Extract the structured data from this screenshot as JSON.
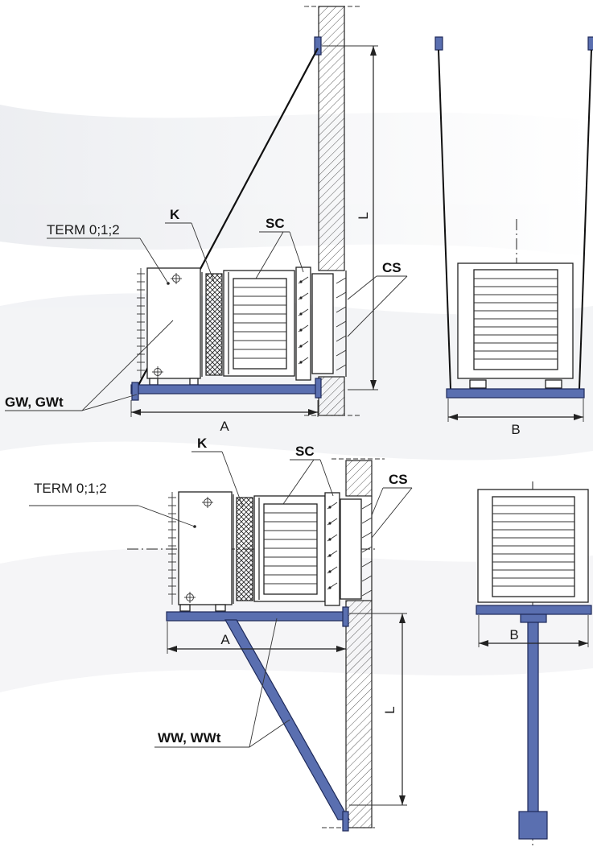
{
  "top": {
    "term_label": "TERM 0;1;2",
    "k_label": "K",
    "sc_label": "SC",
    "cs_label": "CS",
    "gw_label": "GW, GWt",
    "dim_a": "A",
    "dim_l": "L",
    "dim_b": "B"
  },
  "bottom": {
    "term_label": "TERM 0;1;2",
    "k_label": "K",
    "sc_label": "SC",
    "cs_label": "CS",
    "ww_label": "WW, WWt",
    "dim_a": "A",
    "dim_l": "L",
    "dim_b": "B"
  },
  "colors": {
    "bracket": "#5a6fb0",
    "bracket_edge": "#1e2a5a",
    "background_swoosh": "#eef0f3"
  }
}
